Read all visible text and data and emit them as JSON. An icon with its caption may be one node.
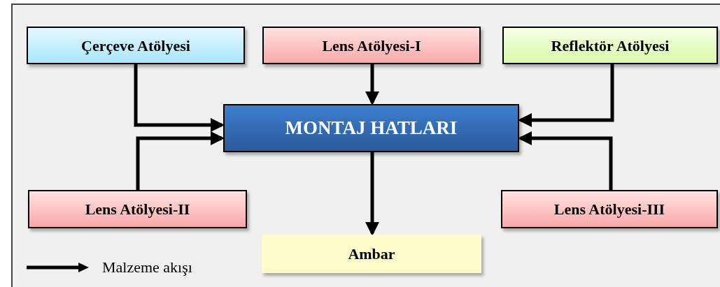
{
  "diagram": {
    "nodes": [
      {
        "text": [
          "Çerçeve Atölyesi"
        ]
      },
      {
        "text": [
          "Lens Atölyesi-I"
        ]
      },
      {
        "text": [
          "Reflektör Atölyesi"
        ]
      },
      {
        "text": [
          "MONTAJ HATLARI"
        ]
      },
      {
        "text": [
          "Lens Atölyesi-II"
        ]
      },
      {
        "text": [
          "Lens Atölyesi-III"
        ]
      },
      {
        "text": [
          "Ambar"
        ]
      }
    ],
    "edges": [
      {
        "from": 0,
        "to": 3,
        "arrow": "to"
      },
      {
        "from": 1,
        "to": 3,
        "arrow": "to"
      },
      {
        "from": 2,
        "to": 3,
        "arrow": "to"
      },
      {
        "from": 4,
        "to": 3,
        "arrow": "to"
      },
      {
        "from": 5,
        "to": 3,
        "arrow": "to"
      },
      {
        "from": 3,
        "to": 6,
        "arrow": "to"
      }
    ],
    "legend": [
      {
        "text": "Malzeme akışı"
      }
    ]
  }
}
